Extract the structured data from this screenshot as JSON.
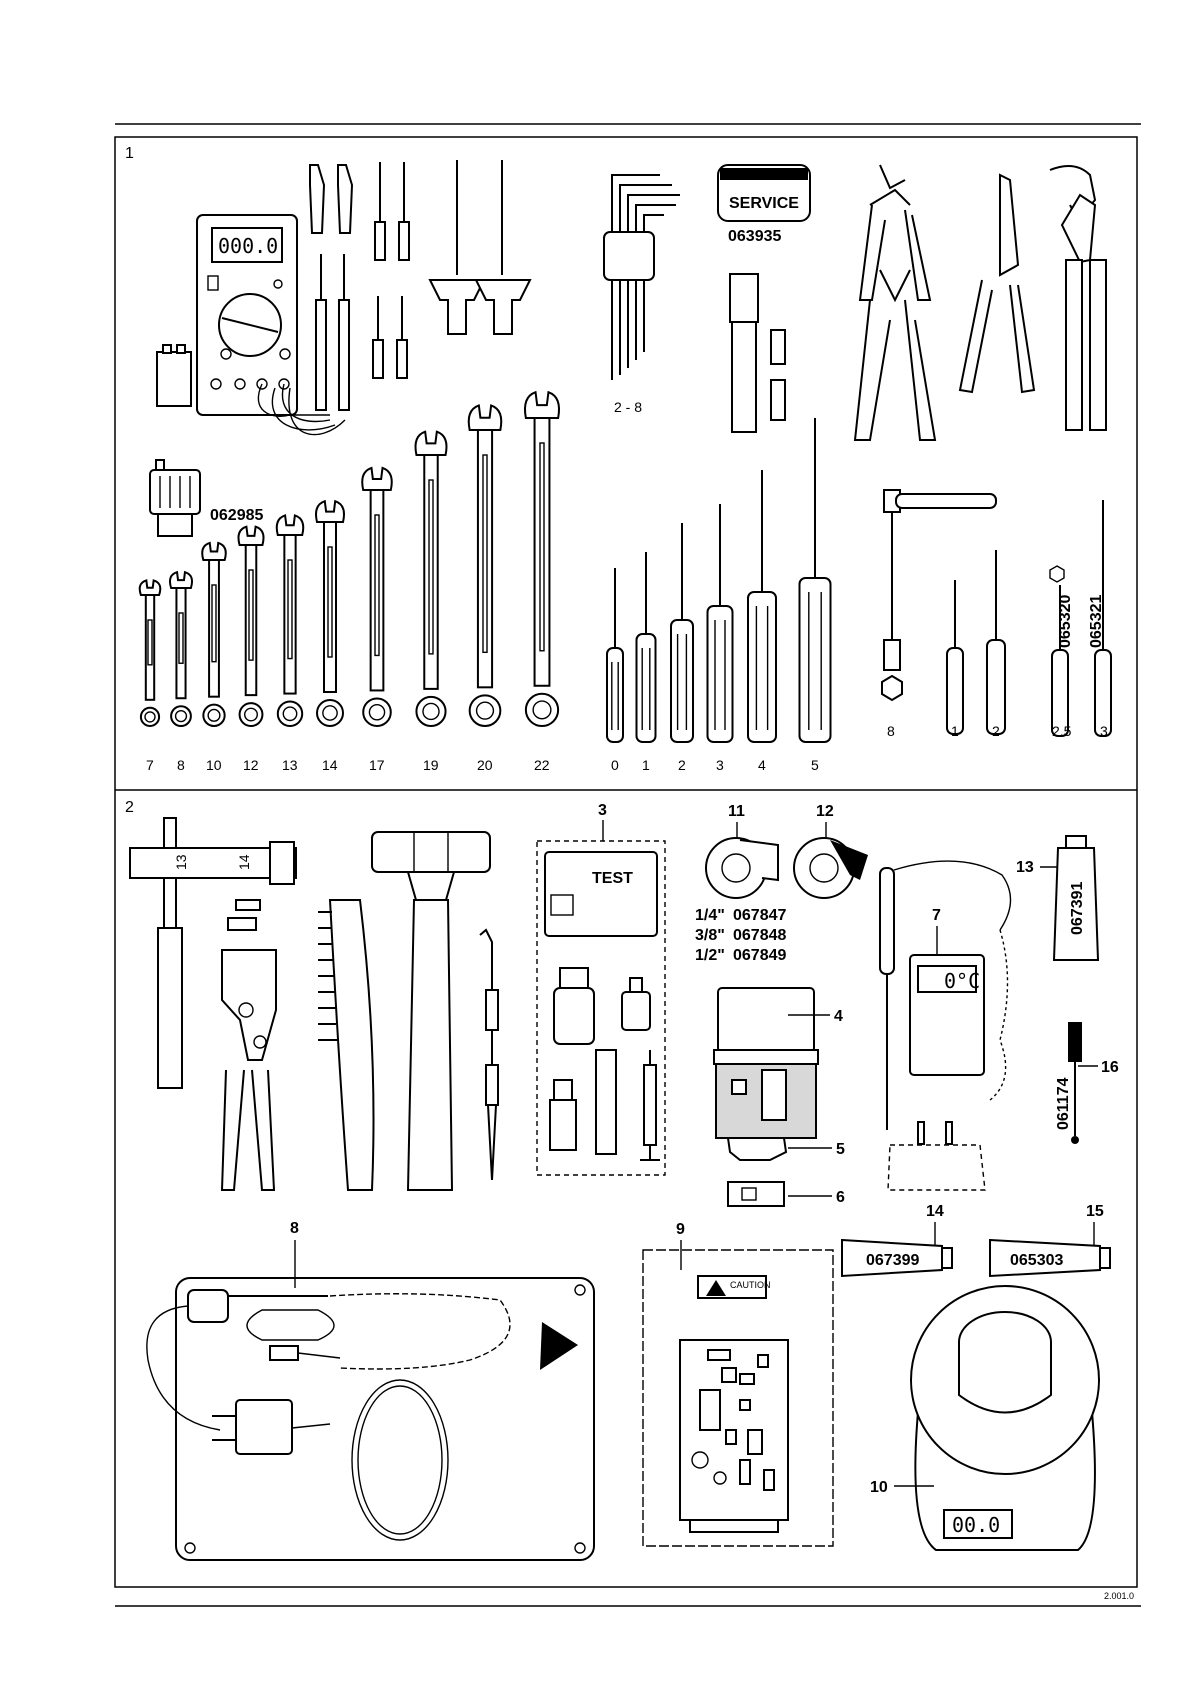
{
  "sections": [
    {
      "number": "1"
    },
    {
      "number": "2"
    }
  ],
  "section1": {
    "multimeter_display": "000.0",
    "service_label": "SERVICE",
    "service_code": "063935",
    "hex_key_range": "2 - 8",
    "bit_holder_code": "062985",
    "wrench_sizes": [
      "7",
      "8",
      "10",
      "12",
      "13",
      "14",
      "17",
      "19",
      "20",
      "22"
    ],
    "screwdriver_sizes": [
      "0",
      "1",
      "2",
      "3",
      "4",
      "5"
    ],
    "socket_wrench_size": "8",
    "phillips_sizes": [
      "1",
      "2"
    ],
    "hex_driver_codes": [
      "065320",
      "065321"
    ],
    "hex_driver_sizes": [
      "2.5",
      "3"
    ]
  },
  "section2": {
    "socket_key_marks": [
      "13",
      "14"
    ],
    "callouts": {
      "c3": "3",
      "c4": "4",
      "c5": "5",
      "c6": "6",
      "c7": "7",
      "c8": "8",
      "c9": "9",
      "c10": "10",
      "c11": "11",
      "c12": "12",
      "c13": "13",
      "c14": "14",
      "c15": "15",
      "c16": "16"
    },
    "test_kit_label": "TEST",
    "tape_codes": [
      {
        "size": "1/4\"",
        "code": "067847"
      },
      {
        "size": "3/8\"",
        "code": "067848"
      },
      {
        "size": "1/2\"",
        "code": "067849"
      }
    ],
    "thermometer_display": "0°C",
    "grease_tube_code": "067391",
    "brush_code": "061174",
    "tube14_code": "067399",
    "tube15_code": "065303",
    "esd_bag_label": "CAUTION",
    "scale_display": "00.0"
  },
  "footer": {
    "figure_ref": "2.001.0"
  }
}
